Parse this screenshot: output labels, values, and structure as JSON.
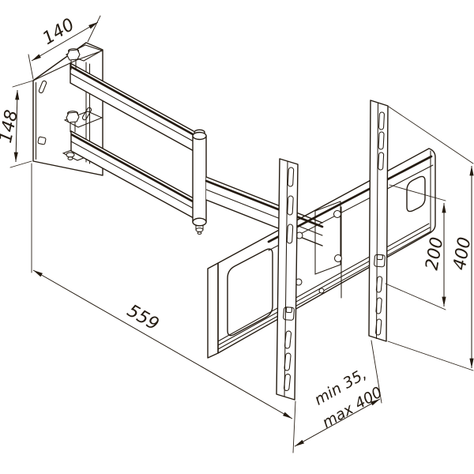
{
  "drawing": {
    "colors": {
      "line": "#241b11",
      "background": "#ffffff"
    },
    "labels": {
      "plate_width": "140",
      "plate_height": "148",
      "arm_length": "559",
      "vesa_spacing_inner": "200",
      "vesa_spacing_outer": "400",
      "rail_spacing_line1": "min 35,",
      "rail_spacing_line2": "max 400"
    }
  }
}
